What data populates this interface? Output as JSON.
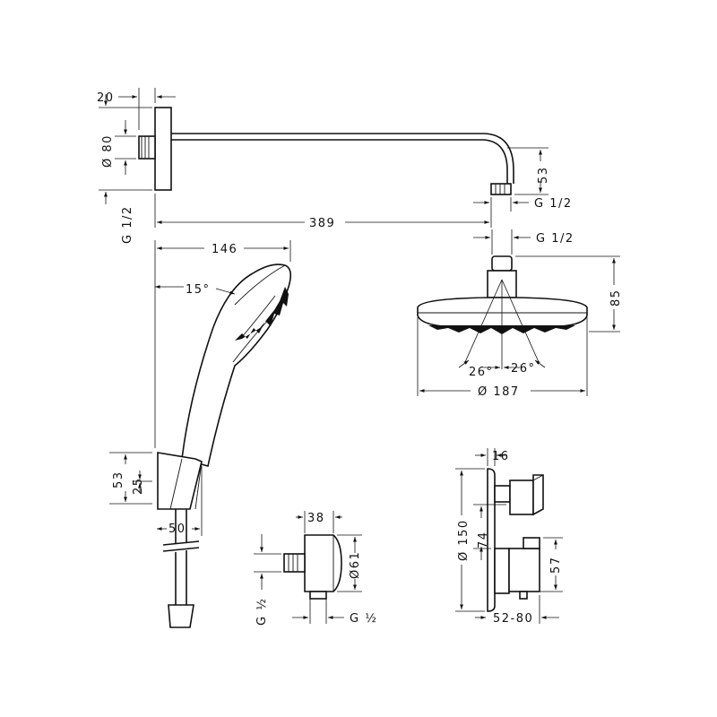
{
  "labels": {
    "arm_flange_width": "20",
    "arm_flange_diameter": "Ø 80",
    "arm_thread_left": "G 1/2",
    "arm_drop": "53",
    "arm_thread_right": "G 1/2",
    "arm_length": "389",
    "head_thread": "G 1/2",
    "head_height": "85",
    "spray_angle_left": "26°",
    "spray_angle_right": "26°",
    "head_diameter": "Ø 187",
    "hand_length": "146",
    "hand_angle": "15°",
    "holder_height": "53",
    "holder_height_inner": "25",
    "holder_width": "50",
    "elbow_width": "38",
    "elbow_diameter": "Ø61",
    "elbow_thread_left": "G ½",
    "elbow_thread_right": "G ½",
    "mixer_depth": "16",
    "mixer_diameter": "Ø 150",
    "mixer_center": "74",
    "mixer_height": "57",
    "mixer_projection": "52-80"
  }
}
